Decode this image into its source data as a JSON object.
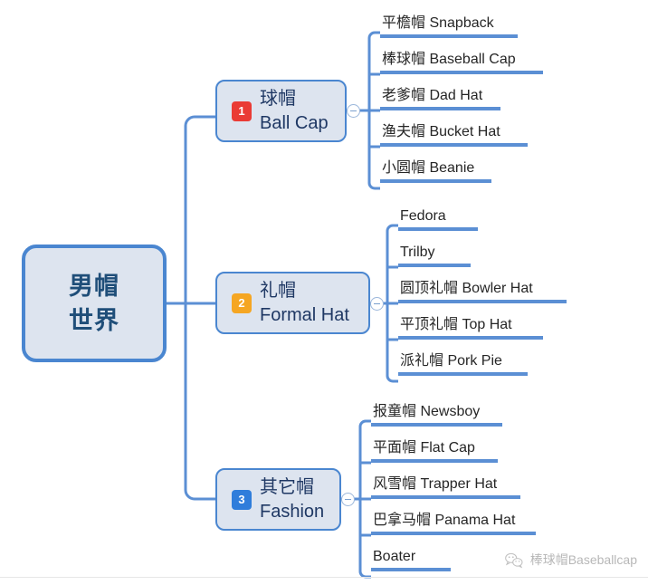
{
  "root": {
    "label": "男帽\n世界"
  },
  "colors": {
    "line": "#5b8fd4",
    "node_border": "#4a86d0",
    "node_fill": "#dde4ef",
    "root_text": "#1f4e79",
    "branch_text": "#1f3864",
    "leaf_text": "#262626",
    "badge_1": "#ea3b35",
    "badge_2": "#f5a623",
    "badge_3": "#2f7ddb"
  },
  "branches": [
    {
      "badge": "1",
      "badge_color": "#ea3b35",
      "label": "球帽\nBall Cap",
      "toggle": "collapse-toggle-minus",
      "leaves": [
        {
          "label": "平檐帽 Snapback",
          "underline_width": 152
        },
        {
          "label": "棒球帽 Baseball Cap",
          "underline_width": 180
        },
        {
          "label": "老爹帽 Dad Hat",
          "underline_width": 133
        },
        {
          "label": "渔夫帽 Bucket Hat",
          "underline_width": 163
        },
        {
          "label": "小圆帽 Beanie",
          "underline_width": 123
        }
      ]
    },
    {
      "badge": "2",
      "badge_color": "#f5a623",
      "label": "礼帽\nFormal Hat",
      "toggle": "collapse-toggle-minus",
      "leaves": [
        {
          "label": "Fedora",
          "underline_width": 88
        },
        {
          "label": "Trilby",
          "underline_width": 80
        },
        {
          "label": "圆顶礼帽 Bowler Hat",
          "underline_width": 186
        },
        {
          "label": "平顶礼帽 Top Hat",
          "underline_width": 160
        },
        {
          "label": "派礼帽 Pork Pie",
          "underline_width": 143
        }
      ]
    },
    {
      "badge": "3",
      "badge_color": "#2f7ddb",
      "label": "其它帽\nFashion",
      "toggle": "collapse-toggle-minus",
      "leaves": [
        {
          "label": "报童帽 Newsboy",
          "underline_width": 145
        },
        {
          "label": "平面帽 Flat Cap",
          "underline_width": 140
        },
        {
          "label": "风雪帽 Trapper Hat",
          "underline_width": 165
        },
        {
          "label": "巴拿马帽 Panama Hat",
          "underline_width": 182
        },
        {
          "label": "Boater",
          "underline_width": 88
        }
      ]
    }
  ],
  "watermark": {
    "text": "棒球帽Baseballcap",
    "logo": "wechat-logo-icon"
  }
}
